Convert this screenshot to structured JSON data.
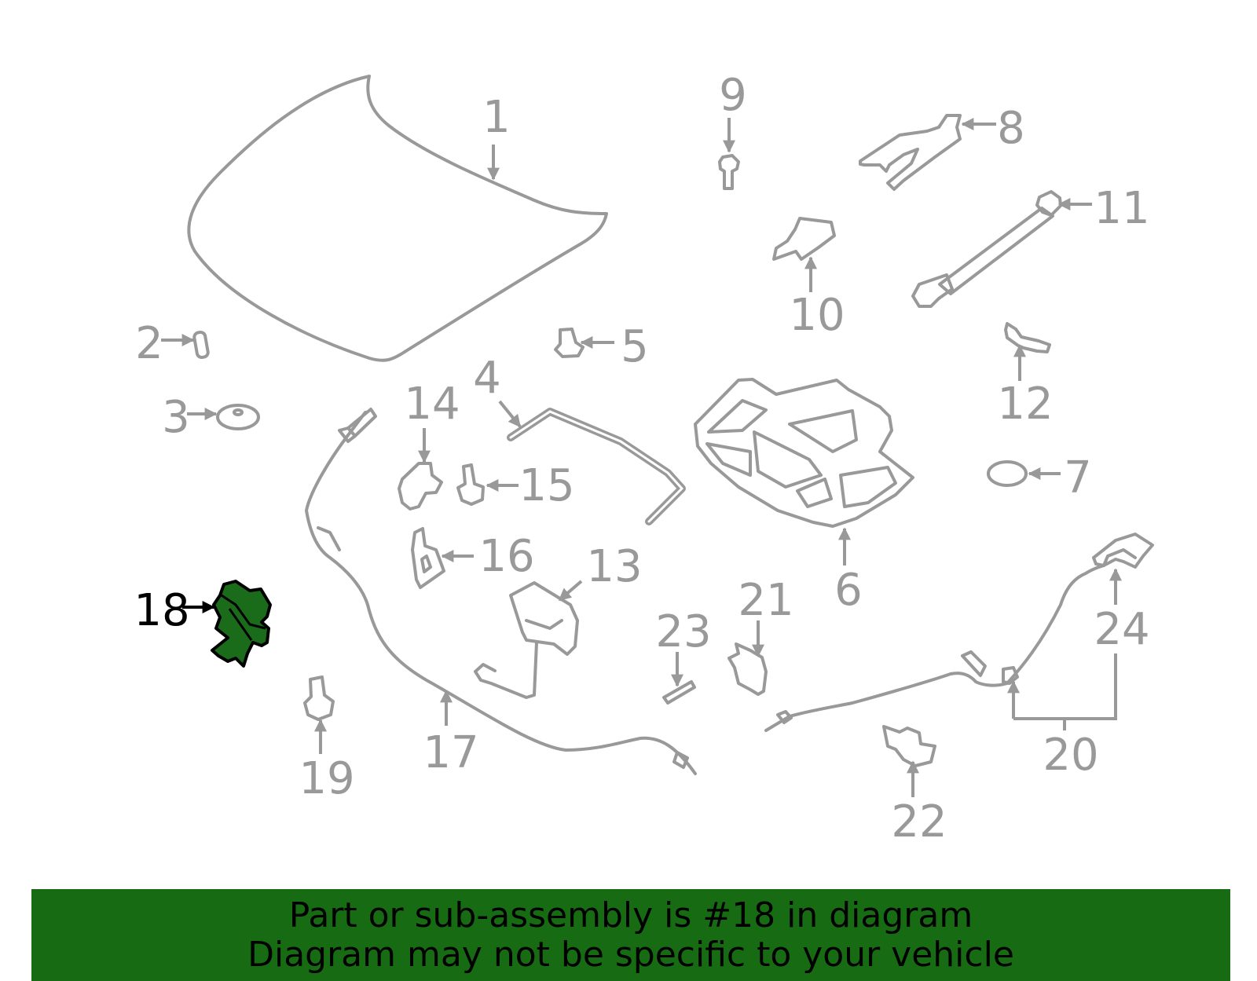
{
  "colors": {
    "part_stroke": "#999999",
    "highlight_fill": "#1a6b1a",
    "banner_bg": "#176b12"
  },
  "callouts": {
    "c1": "1",
    "c2": "2",
    "c3": "3",
    "c4": "4",
    "c5": "5",
    "c6": "6",
    "c7": "7",
    "c8": "8",
    "c9": "9",
    "c10": "10",
    "c11": "11",
    "c12": "12",
    "c13": "13",
    "c14": "14",
    "c15": "15",
    "c16": "16",
    "c17": "17",
    "c18": "18",
    "c19": "19",
    "c20": "20",
    "c21": "21",
    "c22": "22",
    "c23": "23",
    "c24": "24"
  },
  "highlighted_part": "18",
  "banner": {
    "line1": "Part or sub-assembly is #18 in diagram",
    "line2": "Diagram may not be specific to your vehicle"
  }
}
